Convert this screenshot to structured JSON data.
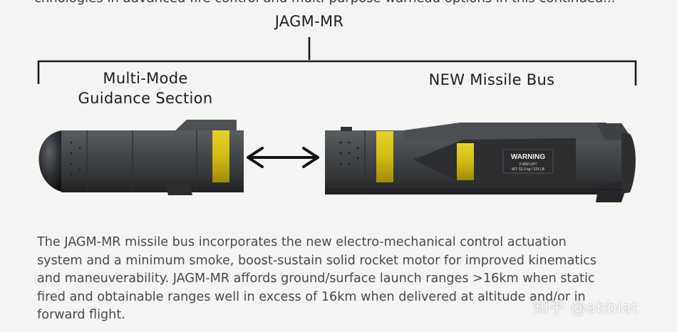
{
  "header_cut_text": "chnologies in advanced fire control and multi-purpose warhead options in this continued...",
  "diagram": {
    "title": "JAGM-MR",
    "left_label_line1": "Multi-Mode",
    "left_label_line2": "Guidance Section",
    "right_label": "NEW Missile Bus",
    "warning_title": "WARNING",
    "warning_line1": "2-MW LIFT",
    "warning_line2": "WT: 52.0 kg / 115 LB"
  },
  "description": {
    "line1": "The JAGM-MR missile bus incorporates the new electro-mechanical control actuation",
    "line2": "system and a minimum smoke, boost-sustain solid rocket motor for improved kinematics",
    "line3": "and maneuverability. JAGM-MR affords ground/surface launch ranges >16km when static",
    "line4": "fired and obtainable ranges well in excess of 16km when delivered at altitude and/or in",
    "line5": "forward flight."
  },
  "watermark": "知乎 @abbiat",
  "colors": {
    "background": "#f4f4f3",
    "missile_body": "#3b3d3f",
    "yellow_band": "#d8c21a",
    "text": "#4a4a4a"
  }
}
